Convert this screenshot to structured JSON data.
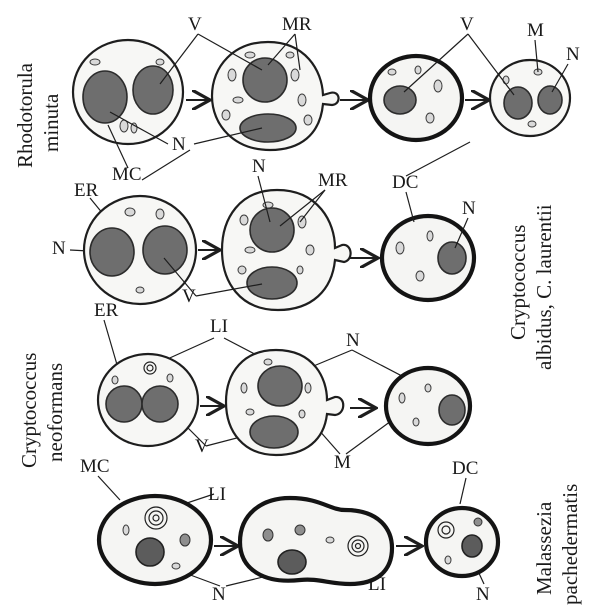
{
  "species": {
    "rhodotorula": [
      "Rhodotorula",
      "minuta"
    ],
    "cryptococcus_neo": [
      "Cryptococcus",
      "neoformans"
    ],
    "cryptococcus_alb": [
      "Cryptococcus",
      "albidus, C. laurentii"
    ],
    "malassezia": [
      "Malassezia",
      "pachedermatis"
    ]
  },
  "labels": {
    "V": "V",
    "MR": "MR",
    "M": "M",
    "N": "N",
    "MC": "MC",
    "ER": "ER",
    "DC": "DC",
    "LI": "LI"
  }
}
